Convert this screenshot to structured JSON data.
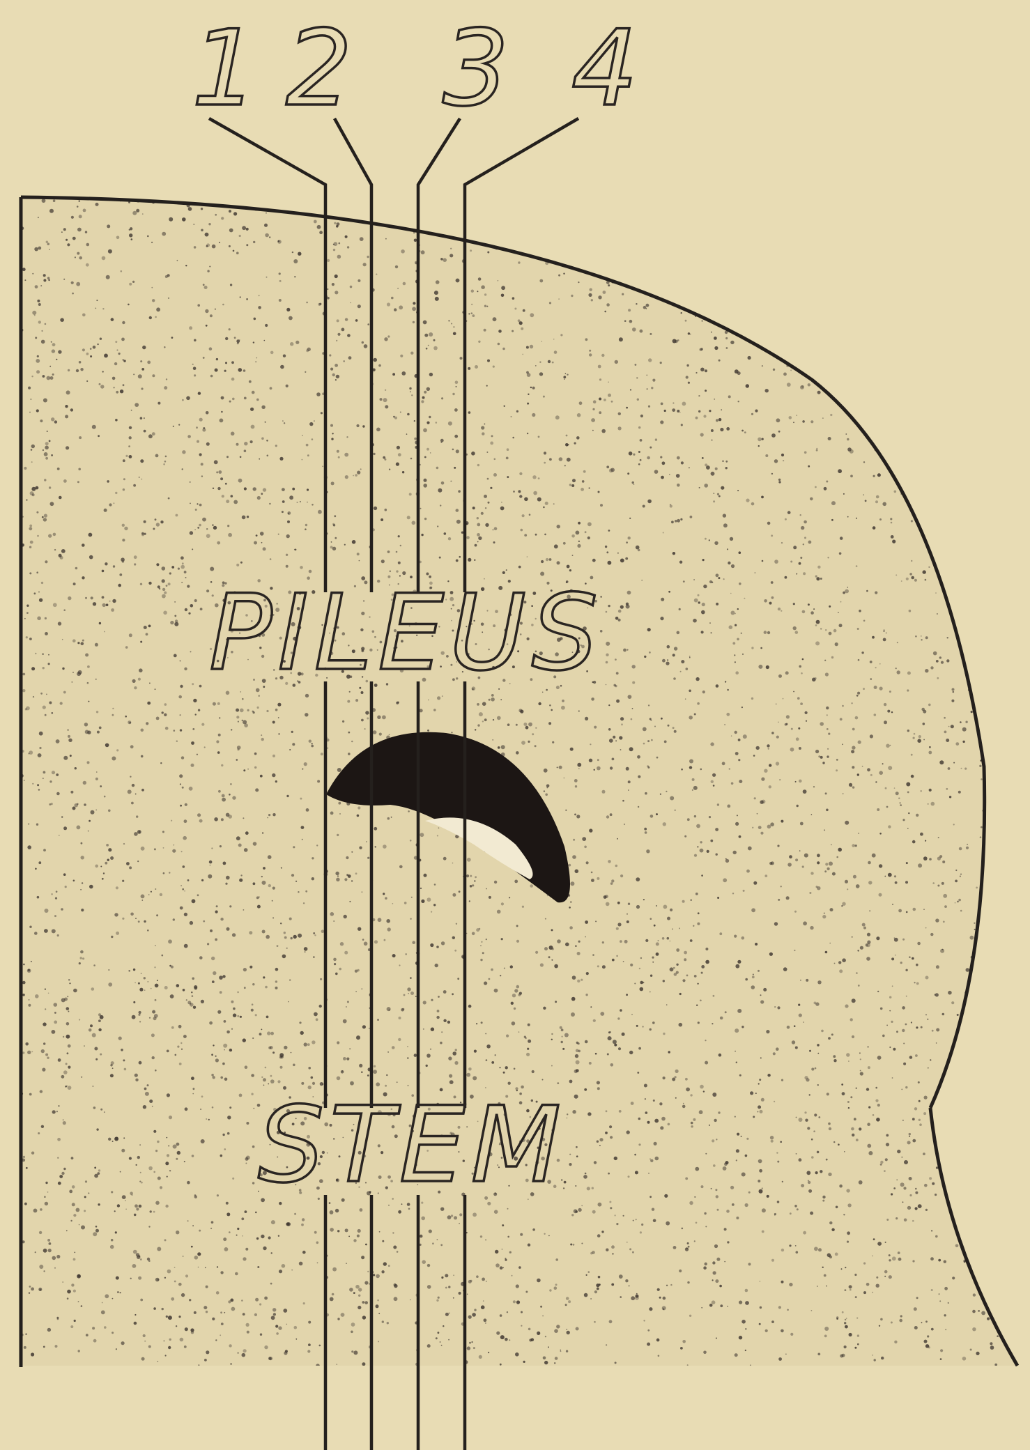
{
  "colors": {
    "background": "#e8dcb4",
    "stipple_fill": "#e2d5ac",
    "stipple_dot": "#3e3630",
    "ink": "#24201d"
  },
  "diagram": {
    "line_labels": [
      "1",
      "2",
      "3",
      "4"
    ],
    "region_labels": {
      "upper": "PILEUS",
      "lower": "STEM"
    }
  }
}
